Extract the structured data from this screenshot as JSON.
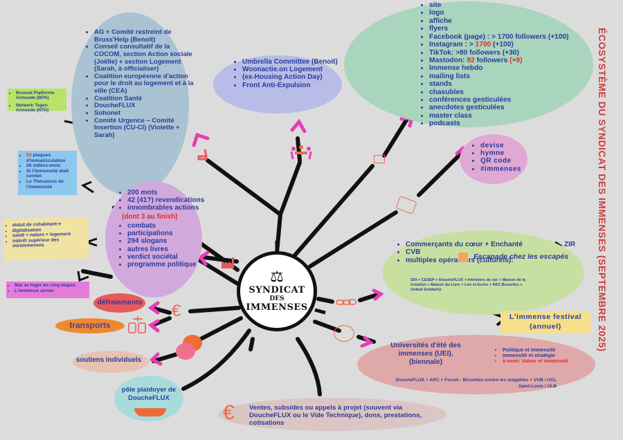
{
  "title": "ÉCOSYSTÈME DU SYNDICAT DES IMMENSES (SEPTEMBRE 2025)",
  "center": {
    "line1": "SYNDICAT",
    "line2": "DES",
    "line3": "IMMENSES"
  },
  "colors": {
    "background": "#dcdcdc",
    "text_blue": "#2a3b9c",
    "accent_red": "#e22a2a",
    "arrow_pink": "#e83cb4",
    "icon_orange": "#ec6a4a"
  },
  "institutions": {
    "items": [
      "AG + Comité restreint de Bruss'Help (Benoît)",
      "Conseil consultatif de la COCOM, section Action sociale (Joëlle) + section Logement (Sarah, à officialiser)",
      "Coalition européenne d'action pour le droit au logement et à la ville (CEA)",
      "Coalition Santé",
      "DoucheFLUX",
      "Sohonet",
      "Comité Urgence – Comité Insertion (CU-CI) (Violette + Sarah)"
    ]
  },
  "armoede": {
    "items": [
      "Brussel Platforme Armoede (BPA)",
      "Netwerk Tegen Armoede (NTA)"
    ]
  },
  "mots_box": {
    "items": [
      {
        "highlight": "53",
        "text": " plaques d'immatriculation"
      },
      {
        "highlight": "",
        "text": "26 vidéos-mots"
      },
      {
        "highlight": "",
        "text": "Si l'immensité était contée"
      },
      {
        "highlight": "",
        "text": "Le Thésaurus de l'immensité"
      }
    ]
  },
  "revendications_box": {
    "items": [
      "statut de cohabitant·e",
      "digitalisation",
      "santé = nature + logement",
      "intérêt supérieur des minimmenses"
    ]
  },
  "livres_box": {
    "items": [
      "Mal se loger en cinq étapes",
      "L'immense année"
    ]
  },
  "production": {
    "items": [
      "200 mots",
      "42 (41?) revendications",
      "innombrables actions",
      "combats",
      "participations",
      "294 slogans",
      "autres livres",
      "verdict sociétal",
      "programme politique"
    ],
    "note": "(dont 3 au finish)"
  },
  "umbrella": {
    "items": [
      "Umbrella Committee (Benoit)",
      "Woonactie.on Logement",
      "(ex-Housing Action Day)",
      "Front Anti-Expulsion"
    ]
  },
  "communication": {
    "items": [
      {
        "parts": [
          {
            "t": "site"
          }
        ]
      },
      {
        "parts": [
          {
            "t": "logo"
          }
        ]
      },
      {
        "parts": [
          {
            "t": "affiche"
          }
        ]
      },
      {
        "parts": [
          {
            "t": "flyers"
          }
        ]
      },
      {
        "parts": [
          {
            "t": "Facebook (page) : > 1700 followers (+100)"
          }
        ]
      },
      {
        "parts": [
          {
            "t": "Instagram : > "
          },
          {
            "t": "1700",
            "red": true
          },
          {
            "t": " (+100)"
          }
        ]
      },
      {
        "parts": [
          {
            "t": "TikTok: >80 followers (+30)"
          }
        ]
      },
      {
        "parts": [
          {
            "t": "Mastodon: "
          },
          {
            "t": "82",
            "red": true
          },
          {
            "t": " followers "
          },
          {
            "t": "(+9)",
            "red": true
          }
        ]
      },
      {
        "parts": [
          {
            "t": "Immense hebdo"
          }
        ]
      },
      {
        "parts": [
          {
            "t": "mailing lists"
          }
        ]
      },
      {
        "parts": [
          {
            "t": "stands"
          }
        ]
      },
      {
        "parts": [
          {
            "t": "chasubles"
          }
        ]
      },
      {
        "parts": [
          {
            "t": "conférences gesticulées"
          }
        ]
      },
      {
        "parts": [
          {
            "t": "anecdotes gesticulées"
          }
        ]
      },
      {
        "parts": [
          {
            "t": "master class"
          }
        ]
      },
      {
        "parts": [
          {
            "t": "podcasts"
          }
        ]
      }
    ]
  },
  "identity": {
    "items": [
      "devise",
      "hymne",
      "QR code",
      "#immenses"
    ]
  },
  "partners": {
    "items": [
      "Commerçants du cœur + Enchanté",
      "CVB",
      "multiples opérateurs (culturels):"
    ],
    "zir": "ZIR",
    "escapade": "Escapade chez les escapés",
    "operators": "SDI + CESEP + DoucheFLUX + Infirmiers de rue + Maison de la Création + Maison du Livre + Lire et Ecrire + PAC Bruxelles + United Solidarity",
    "festival": "L'immense festival (annuel)"
  },
  "uei": {
    "title": "Universités d'été des immenses (UEI), (biennale)",
    "items": [
      {
        "text": "Politique et immensité",
        "red": false
      },
      {
        "text": "Immensité et stratégie",
        "red": false
      },
      {
        "text": "à venir: Valeur et immensité",
        "red": true
      }
    ],
    "partners": "DoucheFLUX + ARC + Forum - Bruxelles contre les inégalités + VUB / UCL Saint-Louis / ULB"
  },
  "funding": {
    "text": "Ventes, subsides ou appels à projet (souvent via DoucheFLUX ou le Vide Technique), dons, prestations, cotisations",
    "euro": "€"
  },
  "left_bottom": {
    "defraiements": "défraiements",
    "transports": "transports",
    "soutiens": "soutiens individuels",
    "plaidoyer": "pôle plaidoyer de DoucheFLUX",
    "euro": "€"
  }
}
